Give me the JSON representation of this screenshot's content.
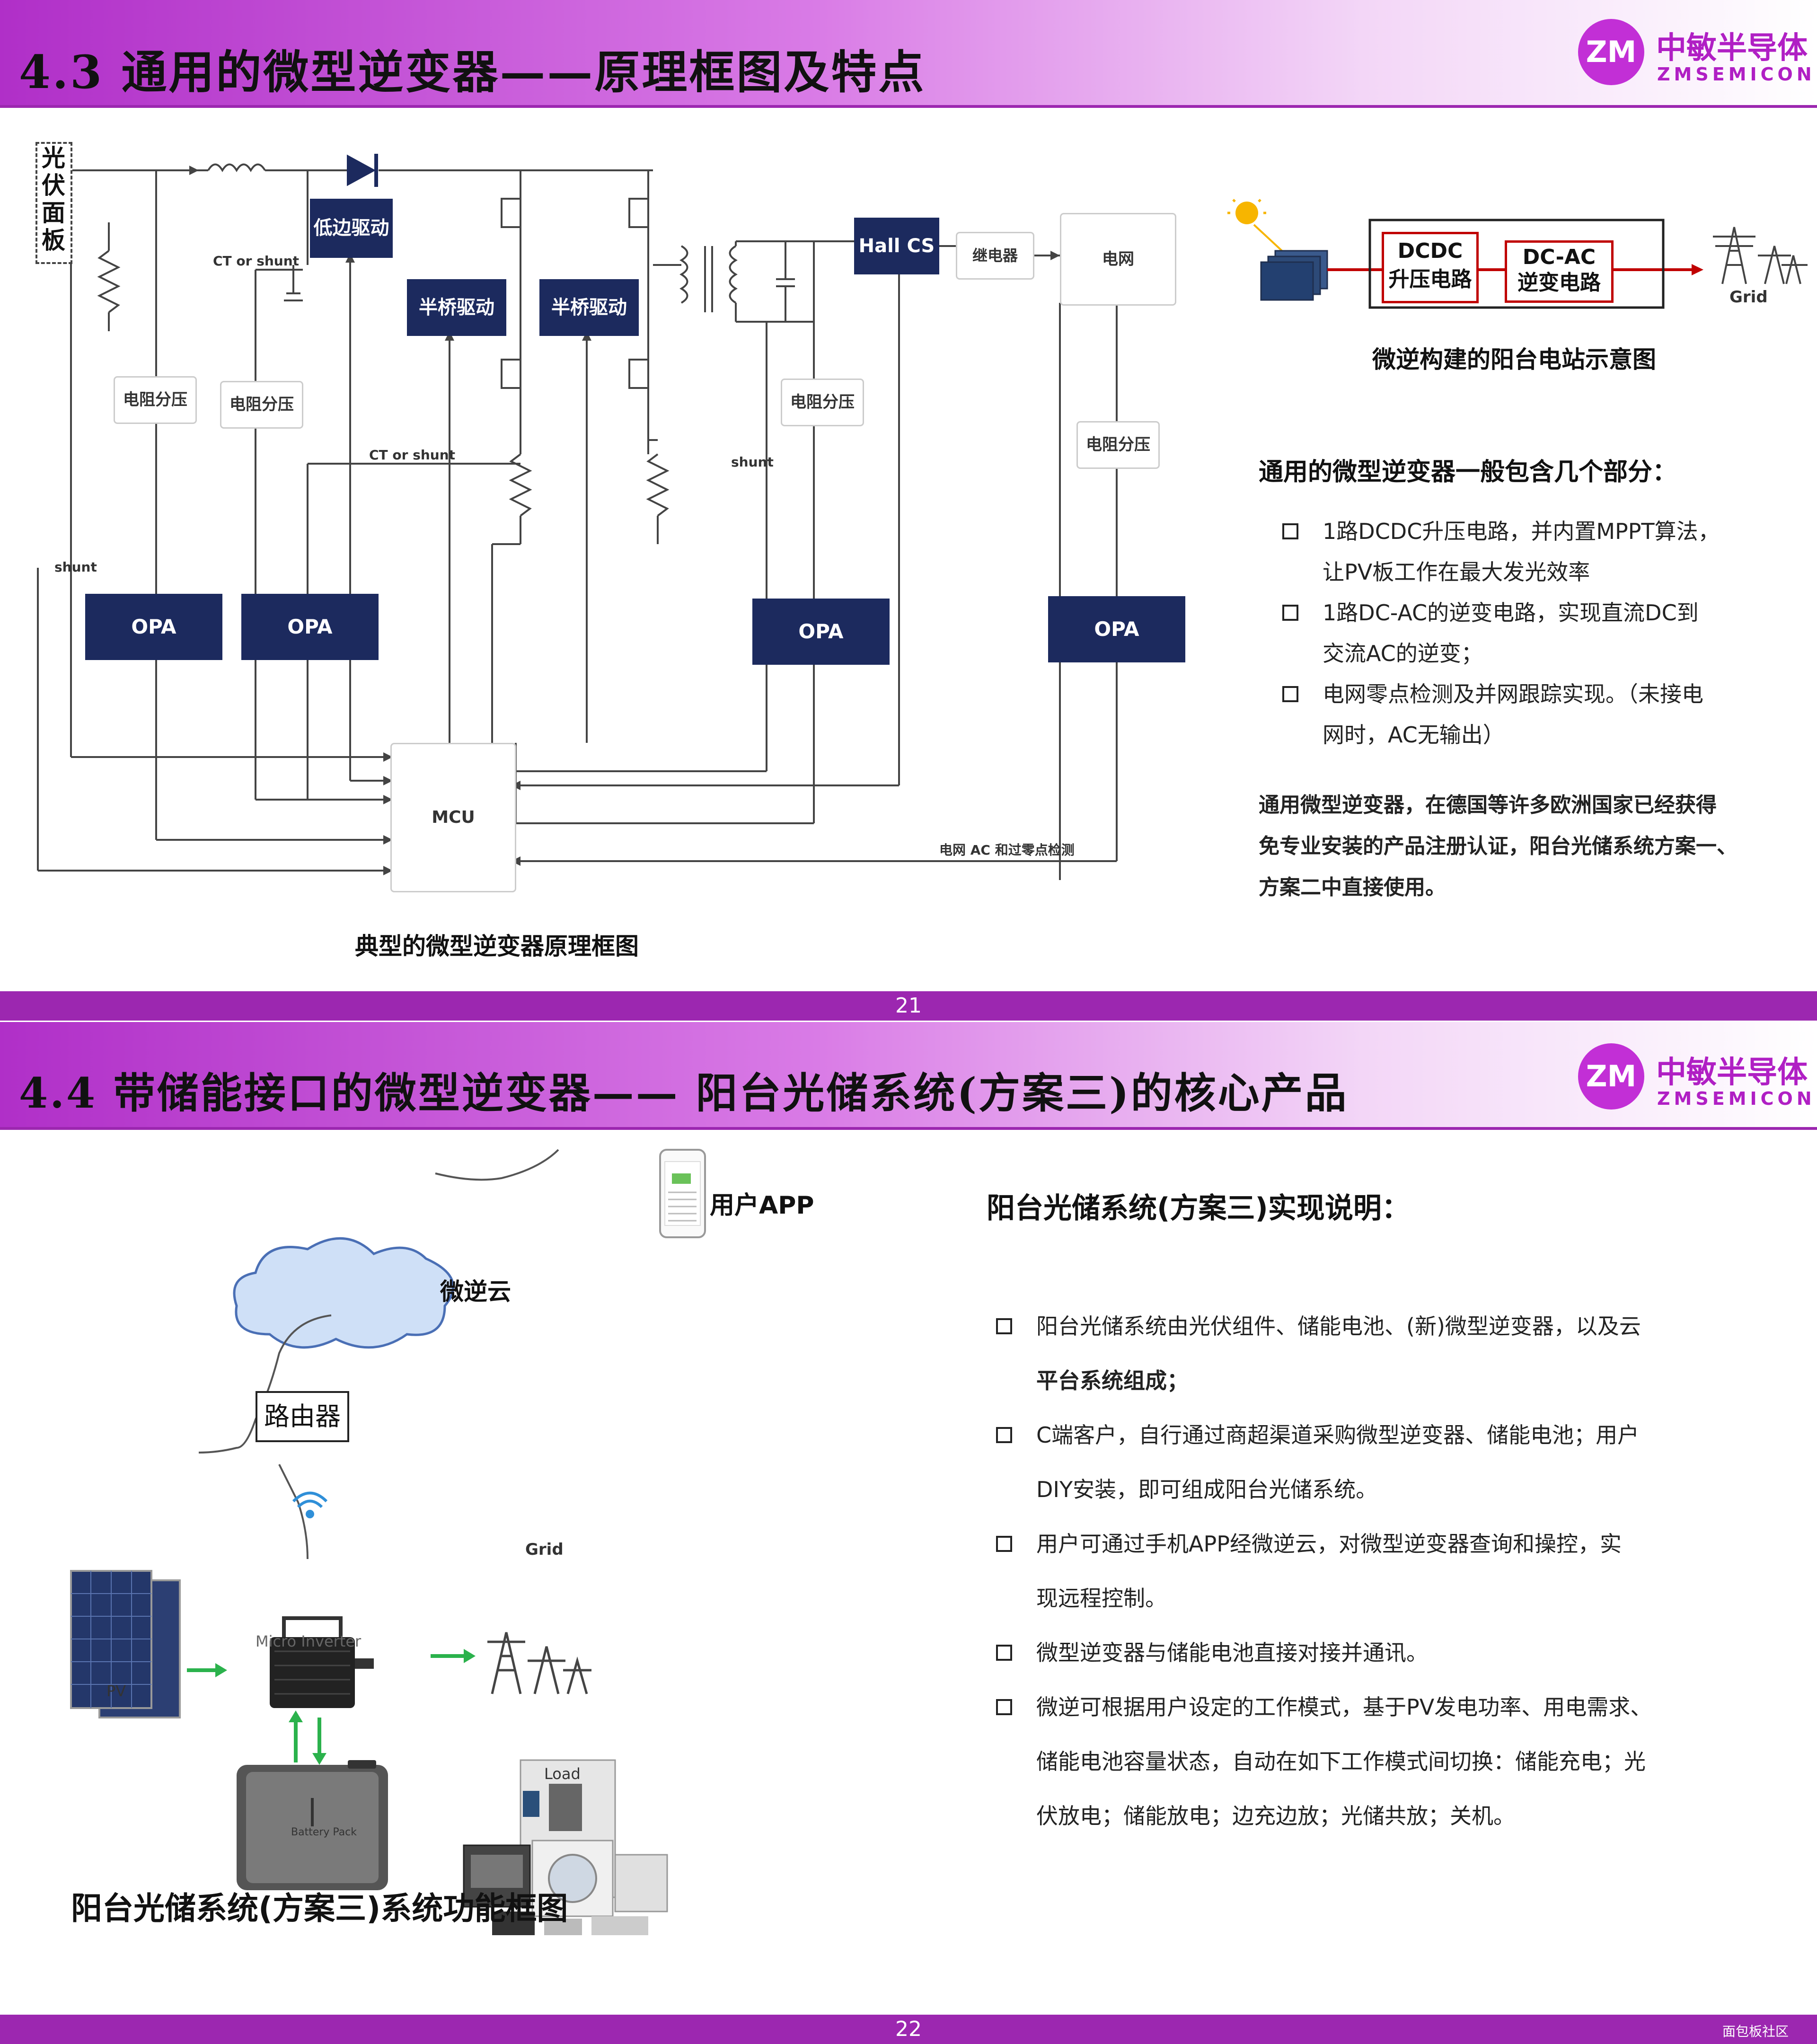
{
  "slide1": {
    "title": "4.3 通用的微型逆变器——原理框图及特点",
    "logo": {
      "mark": "ZM",
      "cn": "中敏半导体",
      "en": "ZMSEMICON"
    },
    "diagram": {
      "pv_panel": "光伏面板",
      "low_side_driver": "低边驱动",
      "half_bridge_1": "半桥驱动",
      "half_bridge_2": "半桥驱动",
      "hall_cs": "Hall CS",
      "relay": "继电器",
      "grid": "电网",
      "divider_1": "电阻分压",
      "divider_2": "电阻分压",
      "divider_3": "电阻分压",
      "divider_4": "电阻分压",
      "opa_1": "OPA",
      "opa_2": "OPA",
      "opa_3": "OPA",
      "opa_4": "OPA",
      "mcu": "MCU",
      "ct_shunt_1": "CT or shunt",
      "ct_shunt_2": "CT or shunt",
      "shunt_1": "shunt",
      "shunt_2": "shunt",
      "ac_detect": "电网 AC 和过零点检测",
      "caption": "典型的微型逆变器原理框图"
    },
    "balcony": {
      "dcdc_line1": "DCDC",
      "dcdc_line2": "升压电路",
      "dcac_line1": "DC-AC",
      "dcac_line2": "逆变电路",
      "grid": "Grid",
      "caption": "微逆构建的阳台电站示意图"
    },
    "parts_heading": "通用的微型逆变器一般包含几个部分：",
    "bullets": [
      {
        "l1": "1路DCDC升压电路，并内置MPPT算法，",
        "l2": "让PV板工作在最大发光效率"
      },
      {
        "l1": "1路DC-AC的逆变电路，实现直流DC到",
        "l2": "交流AC的逆变；"
      },
      {
        "l1": "电网零点检测及并网跟踪实现。（未接电",
        "l2": "网时，AC无输出）"
      }
    ],
    "note": [
      "通用微型逆变器，在德国等许多欧洲国家已经获得",
      "免专业安装的产品注册认证，阳台光储系统方案一、",
      "方案二中直接使用。"
    ],
    "page": "21"
  },
  "slide2": {
    "title": "4.4 带储能接口的微型逆变器—— 阳台光储系统(方案三)的核心产品",
    "logo": {
      "mark": "ZM",
      "cn": "中敏半导体",
      "en": "ZMSEMICON"
    },
    "cloud": "微逆云",
    "app": "用户APP",
    "router": "路由器",
    "pv": "PV",
    "micro_inverter": "Micro Inverter",
    "battery": "Battery Pack",
    "grid": "Grid",
    "load": "Load",
    "diagram_caption": "阳台光储系统(方案三)系统功能框图",
    "heading": "阳台光储系统(方案三)实现说明：",
    "bullets": [
      "阳台光储系统由光伏组件、储能电池、(新)微型逆变器，以及云",
      "平台系统组成；",
      "C端客户，自行通过商超渠道采购微型逆变器、储能电池；用户",
      "DIY安装，即可组成阳台光储系统。",
      "用户可通过手机APP经微逆云，对微型逆变器查询和操控，实",
      "现远程控制。",
      "微型逆变器与储能电池直接对接并通讯。",
      "微逆可根据用户设定的工作模式，基于PV发电功率、用电需求、",
      "储能电池容量状态，自动在如下工作模式间切换：储能充电；光",
      "伏放电；储能放电；边充边放；光储共放；关机。"
    ],
    "page": "22",
    "watermark": "面包板社区"
  },
  "colors": {
    "accent": "#9c27b0",
    "navy": "#1c2a5e",
    "red": "#c00000",
    "green": "#2bb24c"
  }
}
